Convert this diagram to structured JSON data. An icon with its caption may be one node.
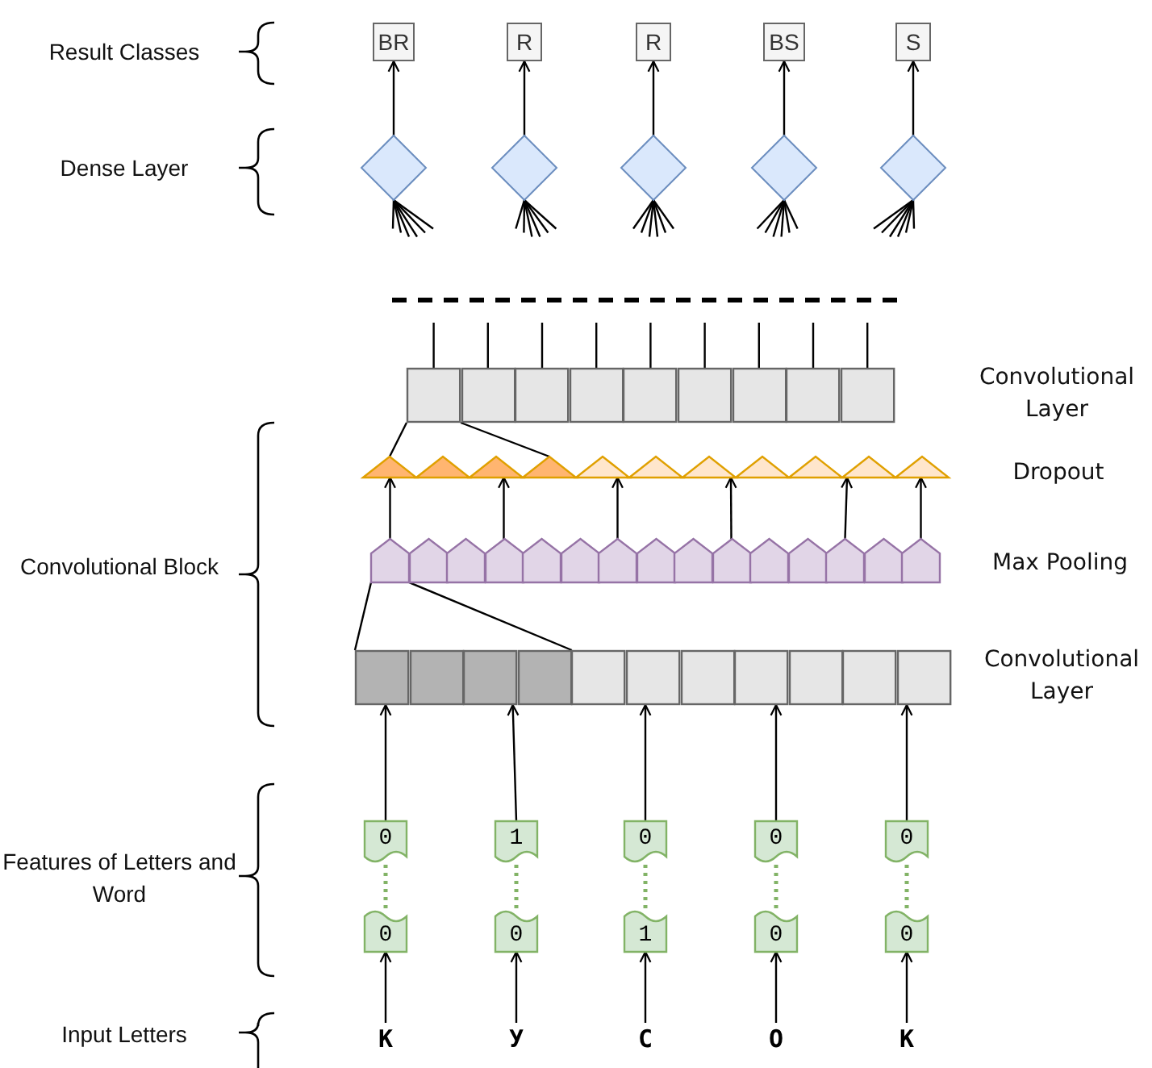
{
  "diagram": {
    "nodes": [
      {
        "text": [
          "BR"
        ]
      },
      {
        "text": [
          "R"
        ]
      },
      {
        "text": [
          "R"
        ]
      },
      {
        "text": [
          "BS"
        ]
      },
      {
        "text": [
          "S"
        ]
      },
      {
        "text": [],
        "shape": "diamond"
      },
      {
        "text": [],
        "shape": "diamond"
      },
      {
        "text": [],
        "shape": "diamond"
      },
      {
        "text": [],
        "shape": "diamond"
      },
      {
        "text": [],
        "shape": "diamond"
      },
      {
        "text": [],
        "shape": "box"
      },
      {
        "text": [],
        "shape": "box"
      },
      {
        "text": [],
        "shape": "box"
      },
      {
        "text": [],
        "shape": "box"
      },
      {
        "text": [],
        "shape": "box"
      },
      {
        "text": [],
        "shape": "box"
      },
      {
        "text": [],
        "shape": "box"
      },
      {
        "text": [],
        "shape": "box"
      },
      {
        "text": [],
        "shape": "box"
      },
      {
        "text": [],
        "shape": "triangle"
      },
      {
        "text": [],
        "shape": "triangle"
      },
      {
        "text": [],
        "shape": "triangle"
      },
      {
        "text": [],
        "shape": "triangle"
      },
      {
        "text": [],
        "shape": "triangle"
      },
      {
        "text": [],
        "shape": "triangle"
      },
      {
        "text": [],
        "shape": "triangle"
      },
      {
        "text": [],
        "shape": "triangle"
      },
      {
        "text": [],
        "shape": "triangle"
      },
      {
        "text": [],
        "shape": "triangle"
      },
      {
        "text": [],
        "shape": "triangle"
      },
      {
        "text": [],
        "shape": "pentagon"
      },
      {
        "text": [],
        "shape": "pentagon"
      },
      {
        "text": [],
        "shape": "pentagon"
      },
      {
        "text": [],
        "shape": "pentagon"
      },
      {
        "text": [],
        "shape": "pentagon"
      },
      {
        "text": [],
        "shape": "pentagon"
      },
      {
        "text": [],
        "shape": "pentagon"
      },
      {
        "text": [],
        "shape": "pentagon"
      },
      {
        "text": [],
        "shape": "pentagon"
      },
      {
        "text": [],
        "shape": "pentagon"
      },
      {
        "text": [],
        "shape": "pentagon"
      },
      {
        "text": [],
        "shape": "pentagon"
      },
      {
        "text": [],
        "shape": "pentagon"
      },
      {
        "text": [],
        "shape": "pentagon"
      },
      {
        "text": [],
        "shape": "pentagon"
      },
      {
        "text": [],
        "shape": "box"
      },
      {
        "text": [],
        "shape": "box"
      },
      {
        "text": [],
        "shape": "box"
      },
      {
        "text": [],
        "shape": "box"
      },
      {
        "text": [],
        "shape": "box"
      },
      {
        "text": [],
        "shape": "box"
      },
      {
        "text": [],
        "shape": "box"
      },
      {
        "text": [],
        "shape": "box"
      },
      {
        "text": [],
        "shape": "box"
      },
      {
        "text": [],
        "shape": "box"
      },
      {
        "text": [],
        "shape": "box"
      },
      {
        "text": [
          "0"
        ]
      },
      {
        "text": [
          "1"
        ]
      },
      {
        "text": [
          "0"
        ]
      },
      {
        "text": [
          "0"
        ]
      },
      {
        "text": [
          "0"
        ]
      },
      {
        "text": [
          "0"
        ]
      },
      {
        "text": [
          "0"
        ]
      },
      {
        "text": [
          "1"
        ]
      },
      {
        "text": [
          "0"
        ]
      },
      {
        "text": [
          "0"
        ]
      },
      {
        "text": [
          "К"
        ]
      },
      {
        "text": [
          "У"
        ]
      },
      {
        "text": [
          "С"
        ]
      },
      {
        "text": [
          "О"
        ]
      },
      {
        "text": [
          "К"
        ]
      }
    ],
    "edges": [
      {
        "from": 5,
        "to": 0,
        "arrow": "to"
      },
      {
        "from": 6,
        "to": 1,
        "arrow": "to"
      },
      {
        "from": 7,
        "to": 2,
        "arrow": "to"
      },
      {
        "from": 8,
        "to": 3,
        "arrow": "to"
      },
      {
        "from": 9,
        "to": 4,
        "arrow": "to"
      },
      {
        "from": null,
        "to": 5,
        "arrow": "none"
      },
      {
        "from": null,
        "to": 5,
        "arrow": "none"
      },
      {
        "from": null,
        "to": 5,
        "arrow": "none"
      },
      {
        "from": null,
        "to": 5,
        "arrow": "none"
      },
      {
        "from": null,
        "to": 5,
        "arrow": "none"
      },
      {
        "from": null,
        "to": 5,
        "arrow": "none"
      },
      {
        "from": null,
        "to": 6,
        "arrow": "none"
      },
      {
        "from": null,
        "to": 6,
        "arrow": "none"
      },
      {
        "from": null,
        "to": 6,
        "arrow": "none"
      },
      {
        "from": null,
        "to": 6,
        "arrow": "none"
      },
      {
        "from": null,
        "to": 6,
        "arrow": "none"
      },
      {
        "from": null,
        "to": 6,
        "arrow": "none"
      },
      {
        "from": null,
        "to": 7,
        "arrow": "none"
      },
      {
        "from": null,
        "to": 7,
        "arrow": "none"
      },
      {
        "from": null,
        "to": 7,
        "arrow": "none"
      },
      {
        "from": null,
        "to": 7,
        "arrow": "none"
      },
      {
        "from": null,
        "to": 7,
        "arrow": "none"
      },
      {
        "from": null,
        "to": 7,
        "arrow": "none"
      },
      {
        "from": null,
        "to": 8,
        "arrow": "none"
      },
      {
        "from": null,
        "to": 8,
        "arrow": "none"
      },
      {
        "from": null,
        "to": 8,
        "arrow": "none"
      },
      {
        "from": null,
        "to": 8,
        "arrow": "none"
      },
      {
        "from": null,
        "to": 8,
        "arrow": "none"
      },
      {
        "from": null,
        "to": 8,
        "arrow": "none"
      },
      {
        "from": null,
        "to": 9,
        "arrow": "none"
      },
      {
        "from": null,
        "to": 9,
        "arrow": "none"
      },
      {
        "from": null,
        "to": 9,
        "arrow": "none"
      },
      {
        "from": null,
        "to": 9,
        "arrow": "none"
      },
      {
        "from": null,
        "to": 9,
        "arrow": "none"
      },
      {
        "from": null,
        "to": 9,
        "arrow": "none"
      },
      {
        "from": 10,
        "to": null,
        "arrow": "none"
      },
      {
        "from": 11,
        "to": null,
        "arrow": "none"
      },
      {
        "from": 12,
        "to": null,
        "arrow": "none"
      },
      {
        "from": 13,
        "to": null,
        "arrow": "none"
      },
      {
        "from": 14,
        "to": null,
        "arrow": "none"
      },
      {
        "from": 15,
        "to": null,
        "arrow": "none"
      },
      {
        "from": 16,
        "to": null,
        "arrow": "none"
      },
      {
        "from": 17,
        "to": null,
        "arrow": "none"
      },
      {
        "from": 18,
        "to": null,
        "arrow": "none"
      },
      {
        "from": 10,
        "to": 19,
        "arrow": "none"
      },
      {
        "from": 10,
        "to": 22,
        "arrow": "none"
      },
      {
        "from": 30,
        "to": 45,
        "arrow": "none"
      },
      {
        "from": 30,
        "to": 48,
        "arrow": "none"
      },
      {
        "from": 30,
        "to": 19,
        "arrow": "to"
      },
      {
        "from": 33,
        "to": 21,
        "arrow": "to"
      },
      {
        "from": 36,
        "to": 23,
        "arrow": "to"
      },
      {
        "from": 39,
        "to": 25,
        "arrow": "to"
      },
      {
        "from": 42,
        "to": 28,
        "arrow": "to"
      },
      {
        "from": 44,
        "to": 29,
        "arrow": "to"
      },
      {
        "from": 56,
        "to": 45,
        "arrow": "to"
      },
      {
        "from": 57,
        "to": 47,
        "arrow": "to"
      },
      {
        "from": 58,
        "to": 50,
        "arrow": "to"
      },
      {
        "from": 59,
        "to": 52,
        "arrow": "to"
      },
      {
        "from": 60,
        "to": 55,
        "arrow": "to"
      },
      {
        "from": 61,
        "to": 56,
        "arrow": "none",
        "style": "dashed",
        "color": "#82b366"
      },
      {
        "from": 62,
        "to": 57,
        "arrow": "none",
        "style": "dashed",
        "color": "#82b366"
      },
      {
        "from": 63,
        "to": 58,
        "arrow": "none",
        "style": "dashed",
        "color": "#82b366"
      },
      {
        "from": 64,
        "to": 59,
        "arrow": "none",
        "style": "dashed",
        "color": "#82b366"
      },
      {
        "from": 65,
        "to": 60,
        "arrow": "none",
        "style": "dashed",
        "color": "#82b366"
      },
      {
        "from": 66,
        "to": 61,
        "arrow": "to"
      },
      {
        "from": 67,
        "to": 62,
        "arrow": "to"
      },
      {
        "from": 68,
        "to": 63,
        "arrow": "to"
      },
      {
        "from": 69,
        "to": 64,
        "arrow": "to"
      },
      {
        "from": 70,
        "to": 65,
        "arrow": "to"
      }
    ],
    "labels": [
      "Result Classes",
      "Dense Layer",
      "Convolutional Layer",
      "Dropout",
      "Convolutional Block",
      "Max Pooling",
      "Convolutional Layer",
      "Features of Letters and Word",
      "Input Letters"
    ]
  }
}
